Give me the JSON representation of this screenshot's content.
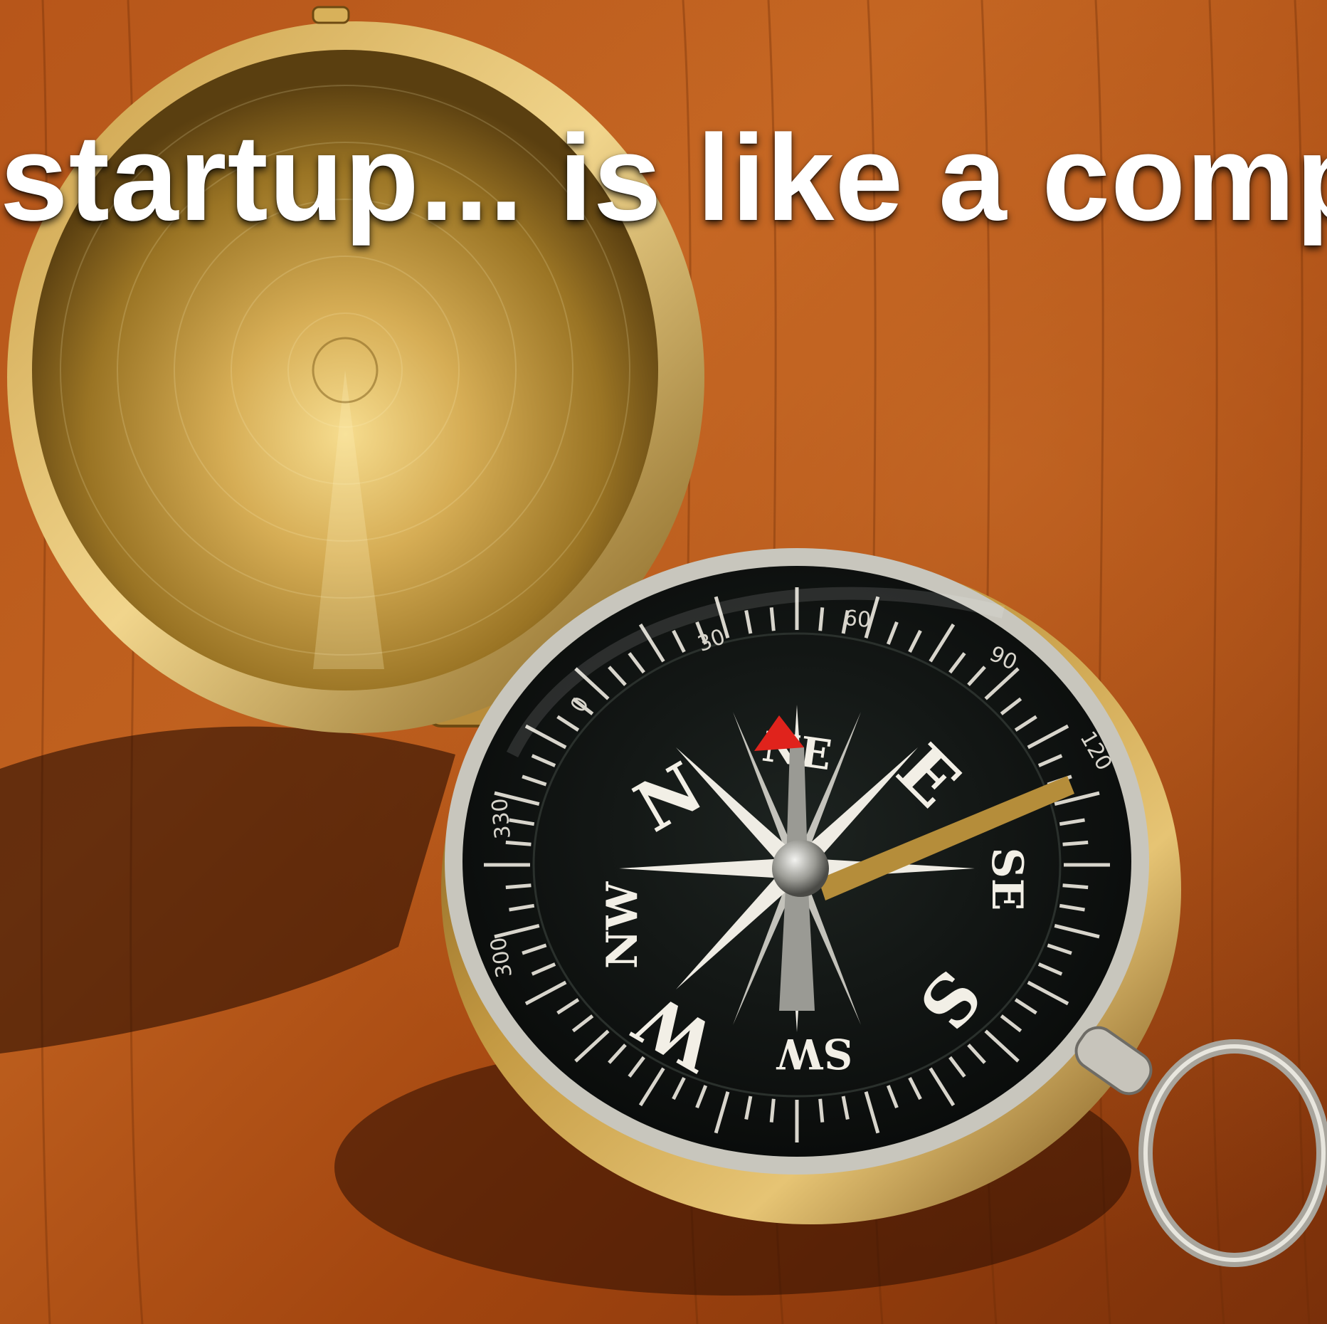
{
  "headline": "startup... is like a comp",
  "compass": {
    "cardinal_labels": [
      "N",
      "E",
      "S",
      "W"
    ],
    "intercardinal_labels": [
      "NE",
      "SE",
      "SW",
      "NW"
    ],
    "degree_labels": [
      "0",
      "30",
      "60",
      "90",
      "120",
      "300",
      "330"
    ]
  },
  "colors": {
    "wood": "#a54a10",
    "brass": "#d8b15a",
    "dial": "#101412",
    "needle_tip": "#e0231c"
  }
}
